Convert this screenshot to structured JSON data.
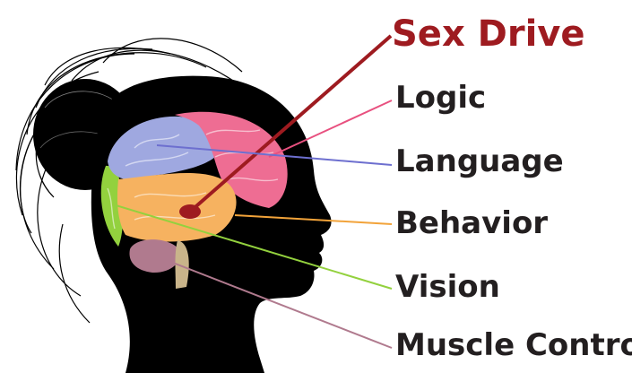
{
  "labels": {
    "sex_drive": "Sex Drive",
    "logic": "Logic",
    "language": "Language",
    "behavior": "Behavior",
    "vision": "Vision",
    "muscle_control": "Muscle Control"
  },
  "colors": {
    "sex_drive": "#9e1b20",
    "text": "#231f20",
    "logic": "#e8507f",
    "language": "#6d6fcf",
    "behavior": "#f2a33a",
    "vision": "#93d13e",
    "muscle_control": "#b07a8e",
    "silhouette": "#000000"
  }
}
